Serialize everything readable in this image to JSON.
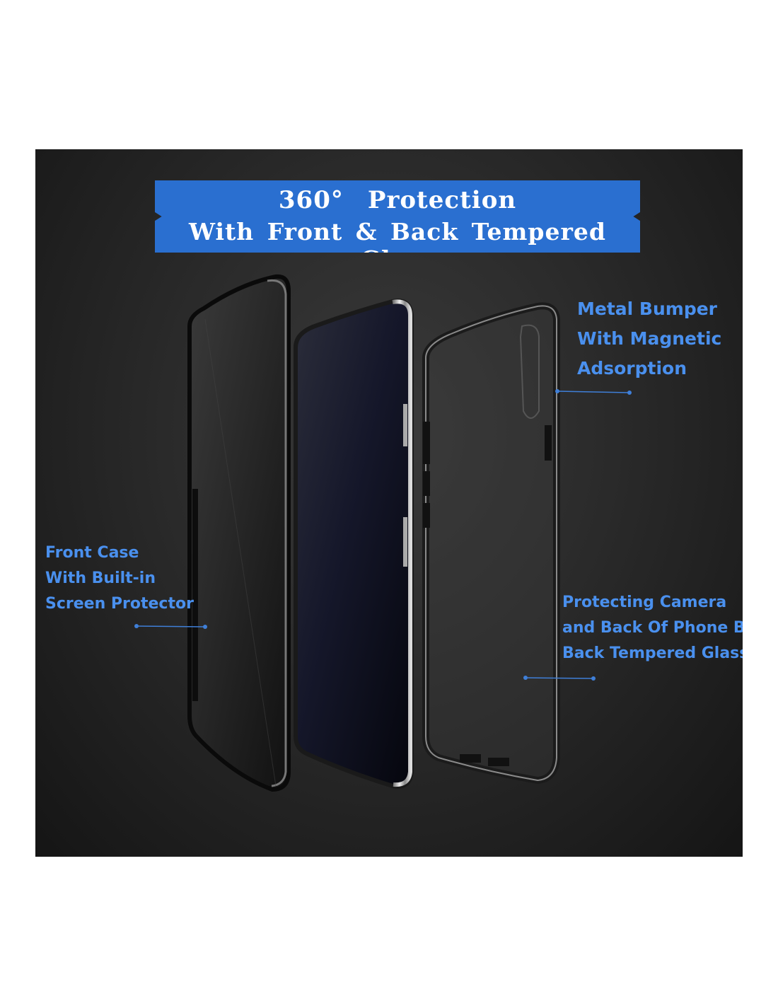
{
  "banner": {
    "line1_a": "360°",
    "line1_b": "Protection",
    "line2": "With Front & Back Tempered Glass"
  },
  "labels": {
    "metal_bumper": [
      "Metal Bumper",
      "With Magnetic",
      "Adsorption"
    ],
    "front_case": [
      "Front Case",
      "With Built-in",
      "Screen Protector"
    ],
    "back_glass": [
      "Protecting Camera",
      "and Back Of Phone By",
      "Back Tempered Glass"
    ]
  },
  "colors": {
    "banner": "#2a6fd0",
    "label_text": "#4a90ee",
    "background": "#2a2a2a"
  }
}
